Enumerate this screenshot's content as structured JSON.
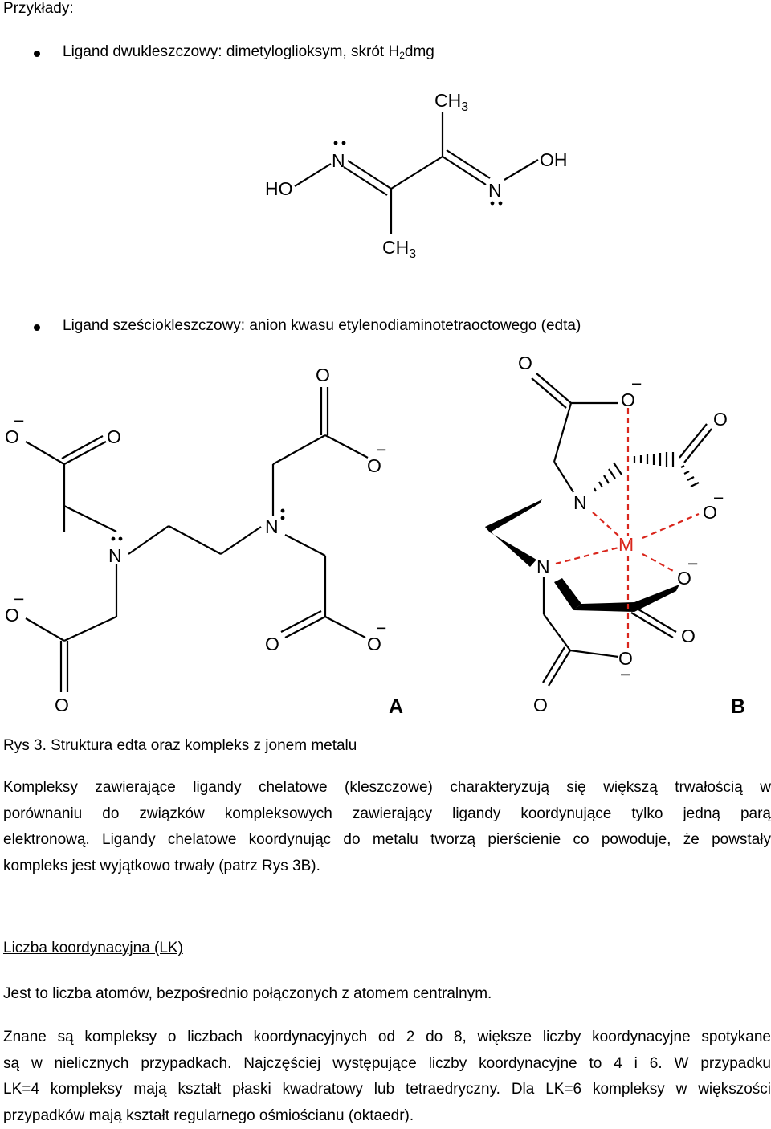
{
  "heading": "Przykłady:",
  "bullets": {
    "b1_main": "Ligand dwukleszczowy: dimetyloglioksym, skrót H",
    "b1_sub": "2",
    "b1_tail": "dmg",
    "b2": "Ligand sześciokleszczowy: anion kwasu etylenodiaminotetraoctowego (edta)"
  },
  "dmg": {
    "ch3_top": "CH",
    "ch3_top_sub": "3",
    "ch3_bot": "CH",
    "ch3_bot_sub": "3",
    "ho": "HO",
    "oh": "OH",
    "n1": "N",
    "n2": "N"
  },
  "edta_a": {
    "o": "O",
    "n": "N",
    "minus": "−",
    "label": "A"
  },
  "edta_b": {
    "o": "O",
    "n": "N",
    "m": "M",
    "minus": "−",
    "label": "B"
  },
  "caption": "Rys 3. Struktura edta oraz kompleks z jonem metalu",
  "para1": [
    "Kompleksy zawierające ligandy chelatowe (kleszczowe) charakteryzują się większą trwałością w",
    "porównaniu do związków kompleksowych zawierający ligandy koordynujące tylko jedną parą",
    "elektronową. Ligandy chelatowe koordynując do metalu tworzą pierścienie co powoduje, że powstały",
    "kompleks jest wyjątkowo trwały (patrz Rys 3B)."
  ],
  "section_title": "Liczba koordynacyjna (LK)",
  "para2": "Jest to liczba atomów, bezpośrednio połączonych z atomem centralnym.",
  "para3": [
    "Znane są kompleksy o liczbach koordynacyjnych od 2 do 8, większe liczby koordynacyjne spotykane",
    "są w nielicznych przypadkach. Najczęściej występujące liczby koordynacyjne to 4 i 6. W przypadku",
    "LK=4 kompleksy mają kształt płaski kwadratowy lub tetraedryczny. Dla LK=6 kompleksy w większości",
    "przypadków mają kształt regularnego ośmiościanu (oktaedr)."
  ],
  "colors": {
    "text": "#000000",
    "metal_bond": "#d9261c"
  }
}
